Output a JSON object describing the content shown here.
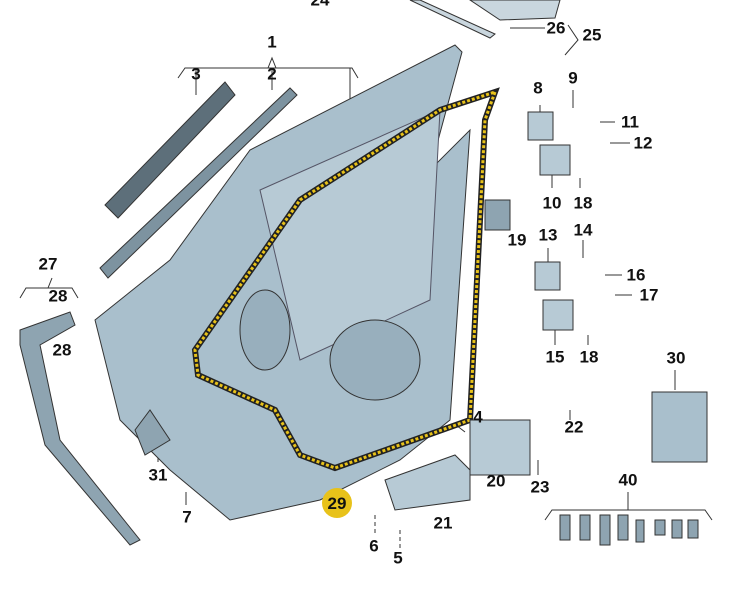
{
  "diagram": {
    "title": "Rear door parts exploded view",
    "highlight_color": "#e8c21a",
    "part_color": "#a9bfcc",
    "labels": {
      "p24": "24",
      "p26": "26",
      "p25": "25",
      "p1": "1",
      "p3": "3",
      "p2": "2",
      "p8": "8",
      "p9": "9",
      "p11": "11",
      "p12": "12",
      "p10": "10",
      "p18a": "18",
      "p19": "19",
      "p13": "13",
      "p14": "14",
      "p16": "16",
      "p17": "17",
      "p15": "15",
      "p18b": "18",
      "p27": "27",
      "p28a": "28",
      "p28b": "28",
      "p30": "30",
      "p31": "31",
      "p7": "7",
      "p29": "29",
      "p4": "4",
      "p22": "22",
      "p20": "20",
      "p23": "23",
      "p21": "21",
      "p6": "6",
      "p5": "5",
      "p40": "40"
    }
  }
}
